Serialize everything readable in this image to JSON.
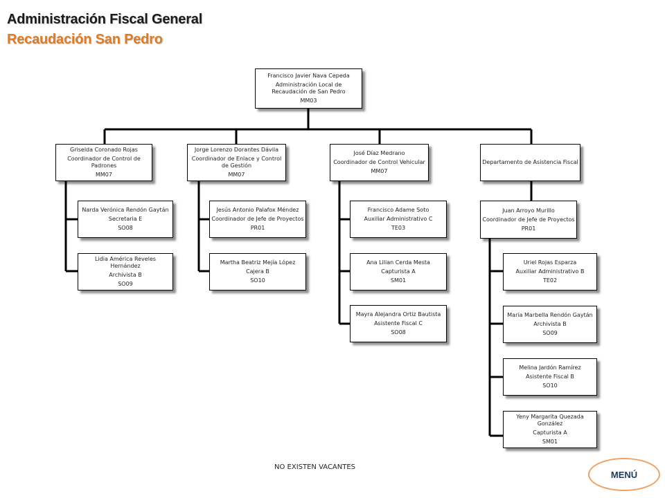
{
  "header": {
    "title": "Administración Fiscal General",
    "subtitle": "Recaudación San Pedro"
  },
  "org_chart": {
    "root": {
      "name": "Francisco Javier Nava Cepeda",
      "role": "Administración Local de Recaudación de San Pedro",
      "code": "MM03"
    },
    "coord1": {
      "name": "Griselda Coronado Rojas",
      "role": "Coordinador de Control de Padrones",
      "code": "MM07"
    },
    "coord1_staff": [
      {
        "name": "Narda Verónica Rendón Gaytán",
        "role": "Secretaria E",
        "code": "SO08"
      },
      {
        "name": "Lidia América Reveles Hernández",
        "role": "Archivista B",
        "code": "SO09"
      }
    ],
    "coord2": {
      "name": "Jorge Lorenzo Dorantes Dávila",
      "role": "Coordinador de Enlace y Control de Gestión",
      "code": "MM07"
    },
    "coord2_staff": [
      {
        "name": "Jesús Antonio Palafox Méndez",
        "role": "Coordinador de Jefe de Proyectos",
        "code": "PR01"
      },
      {
        "name": "Martha Beatriz Mejía López",
        "role": "Cajera B",
        "code": "SO10"
      }
    ],
    "coord3": {
      "name": "José Díaz Medrano",
      "role": "Coordinador de Control Vehicular",
      "code": "MM07"
    },
    "coord3_staff": [
      {
        "name": "Francisco Adame Soto",
        "role": "Auxiliar Administrativo C",
        "code": "TE03"
      },
      {
        "name": "Ana Lilian Cerda Mesta",
        "role": "Capturista A",
        "code": "SM01"
      },
      {
        "name": "Mayra Alejandra Ortiz Bautista",
        "role": "Asistente Fiscal C",
        "code": "SO08"
      }
    ],
    "dept4": {
      "name": "Departamento de Asistencia Fiscal"
    },
    "dept4_head": {
      "name": "Juan Arroyo Murillo",
      "role": "Coordinador de Jefe de Proyectos",
      "code": "PR01"
    },
    "dept4_staff": [
      {
        "name": "Uriel Rojas Esparza",
        "role": "Auxiliar Administrativo B",
        "code": "TE02"
      },
      {
        "name": "María Marbella Rendón Gaytán",
        "role": "Archivista B",
        "code": "SO09"
      },
      {
        "name": "Melina Jardón Ramírez",
        "role": "Asistente Fiscal B",
        "code": "SO10"
      },
      {
        "name": "Yeny Margarita Quezada González",
        "role": "Capturista A",
        "code": "SM01"
      }
    ]
  },
  "footer": {
    "note": "NO EXISTEN VACANTES",
    "menu_label": "MENÚ"
  },
  "colors": {
    "subtitle": "#e07b22",
    "menu_border": "#f0a060"
  }
}
